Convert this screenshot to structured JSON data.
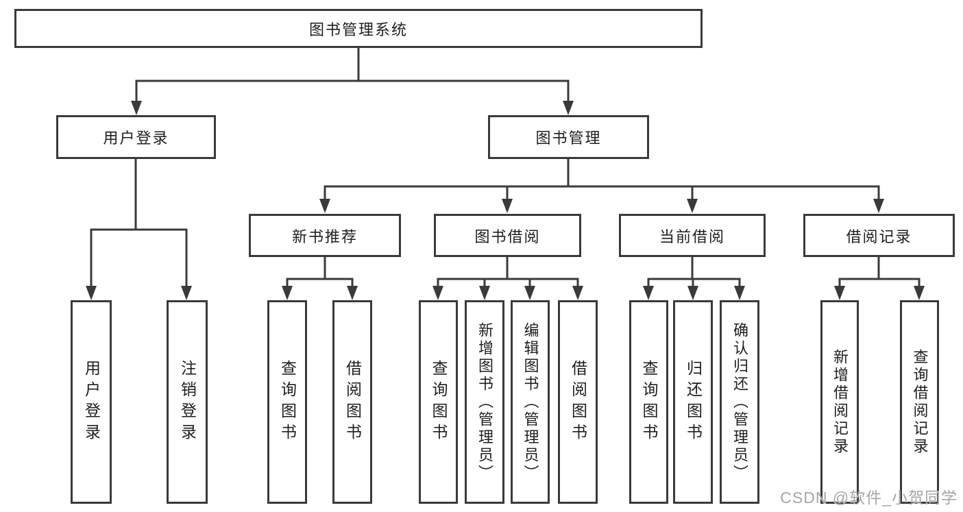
{
  "diagram": {
    "root_label": "图书管理系统",
    "level2": {
      "user_login": "用户登录",
      "book_management": "图书管理"
    },
    "level3": {
      "new_book_recommend": "新书推荐",
      "book_borrow": "图书借阅",
      "current_borrow": "当前借阅",
      "borrow_records": "借阅记录"
    },
    "leaves": {
      "user_login": [
        "用户登录",
        "注销登录"
      ],
      "new_book_recommend": [
        "查询图书",
        "借阅图书"
      ],
      "book_borrow": [
        "查询图书",
        "新增图书（管理员）",
        "编辑图书（管理员）",
        "借阅图书"
      ],
      "current_borrow": [
        "查询图书",
        "归还图书",
        "确认归还（管理员）"
      ],
      "borrow_records": [
        "新增借阅记录",
        "查询借阅记录"
      ]
    },
    "colors": {
      "line": "#3a3a3a",
      "text": "#1e1e1e",
      "background": "#ffffff",
      "watermark": "#a6a6a6"
    },
    "watermark": "CSDN @软件_小贺同学"
  }
}
